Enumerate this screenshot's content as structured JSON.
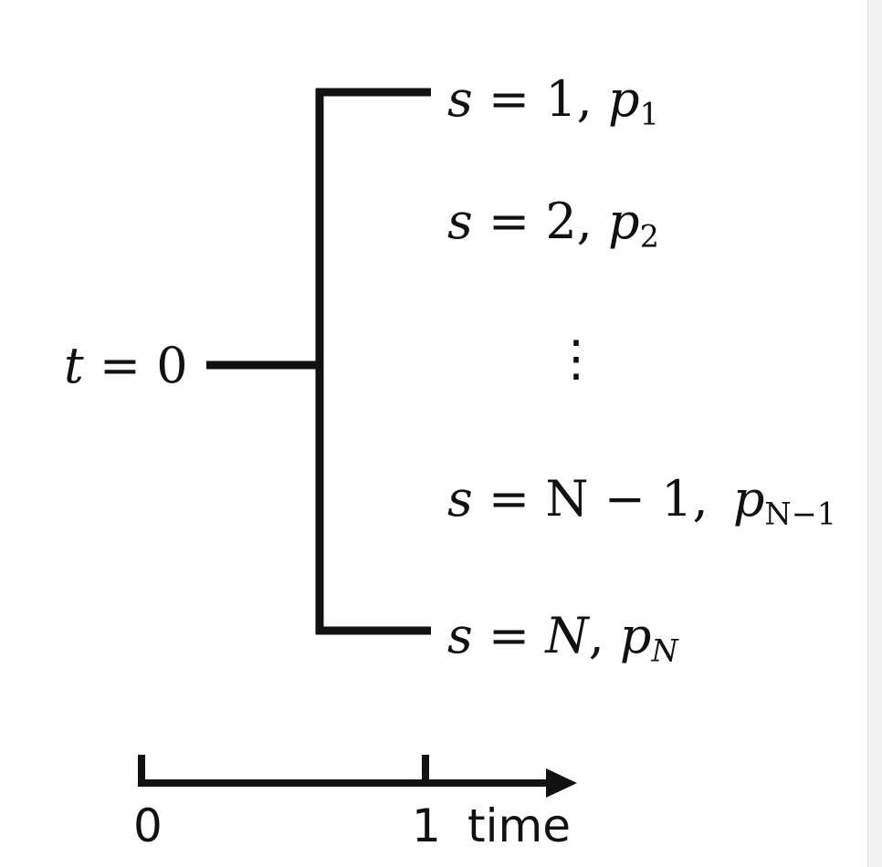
{
  "root_label": {
    "var": "t",
    "eq": "=",
    "val": "0"
  },
  "outcomes": [
    {
      "s": "s",
      "eq": "=",
      "val": "1",
      "sep": ",",
      "p": "p",
      "sub": "1",
      "branch": true
    },
    {
      "s": "s",
      "eq": "=",
      "val": "2",
      "sep": ",",
      "p": "p",
      "sub": "2",
      "branch": false
    },
    {
      "s": "s",
      "eq": "=",
      "val": "N − 1",
      "sep": ",",
      "p": "p",
      "sub": "N−1",
      "branch": false
    },
    {
      "s": "s",
      "eq": "=",
      "val": "N",
      "sep": ",",
      "p": "p",
      "sub": "N",
      "branch": true
    }
  ],
  "ellipsis": "⋮",
  "axis": {
    "tick0": "0",
    "tick1": "1",
    "label": "time"
  },
  "colors": {
    "ink": "#111111",
    "edge": "#f3f3f3"
  }
}
